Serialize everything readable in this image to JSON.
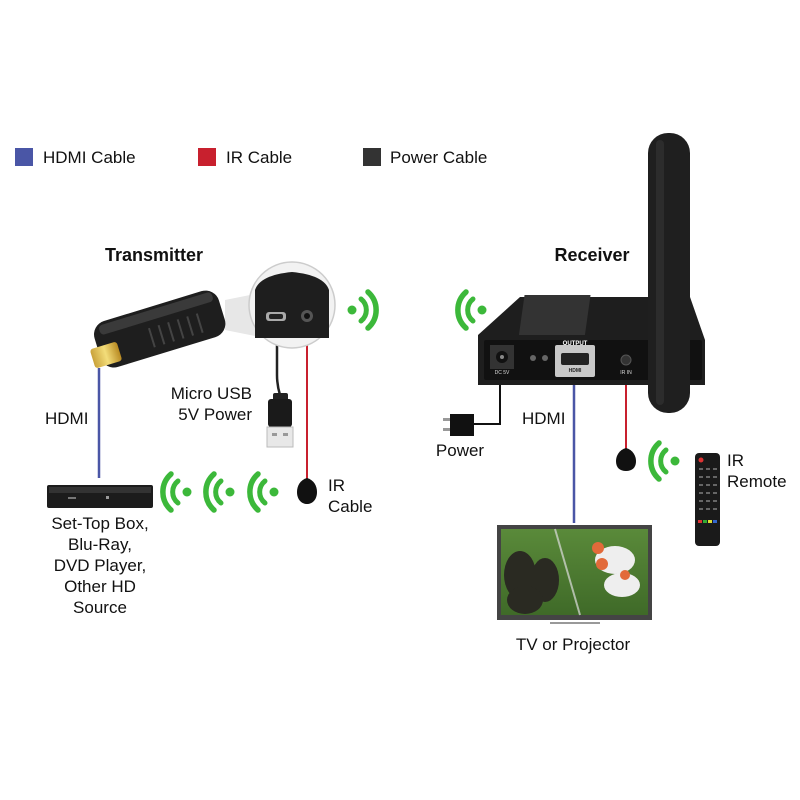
{
  "legend": [
    {
      "label": "HDMI Cable",
      "color": "#4a56a6"
    },
    {
      "label": "IR Cable",
      "color": "#c8202e"
    },
    {
      "label": "Power Cable",
      "color": "#333333"
    }
  ],
  "transmitter": {
    "title": "Transmitter",
    "hdmi_label": "HDMI",
    "power_label": "Micro USB\n5V Power",
    "ir_label": "IR\nCable",
    "source_label": "Set-Top Box,\nBlu-Ray,\nDVD Player,\nOther HD\nSource"
  },
  "receiver": {
    "title": "Receiver",
    "power_label": "Power",
    "hdmi_label": "HDMI",
    "ir_label": "IR\nRemote",
    "display_label": "TV or Projector",
    "ports": {
      "dc": "DC 5V",
      "output": "OUTPUT",
      "hdmi": "HDMI",
      "ir": "IR IN"
    }
  },
  "colors": {
    "signal": "#3cb83a",
    "device": "#1e1e1e"
  }
}
